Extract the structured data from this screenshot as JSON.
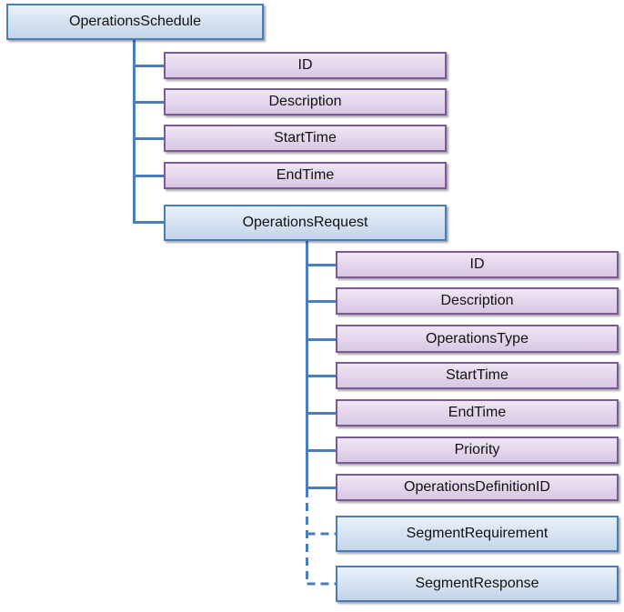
{
  "colors": {
    "connector": "#4a7ebb",
    "class_fill": "#c3d4ea",
    "attribute_fill": "#d9c7e4",
    "attribute_border": "#7b5a96"
  },
  "diagram": {
    "root": {
      "label": "OperationsSchedule",
      "attributes": [
        "ID",
        "Description",
        "StartTime",
        "EndTime"
      ]
    },
    "request": {
      "label": "OperationsRequest",
      "attributes": [
        "ID",
        "Description",
        "OperationsType",
        "StartTime",
        "EndTime",
        "Priority",
        "OperationsDefinitionID"
      ],
      "optional_children": [
        "SegmentRequirement",
        "SegmentResponse"
      ]
    }
  }
}
